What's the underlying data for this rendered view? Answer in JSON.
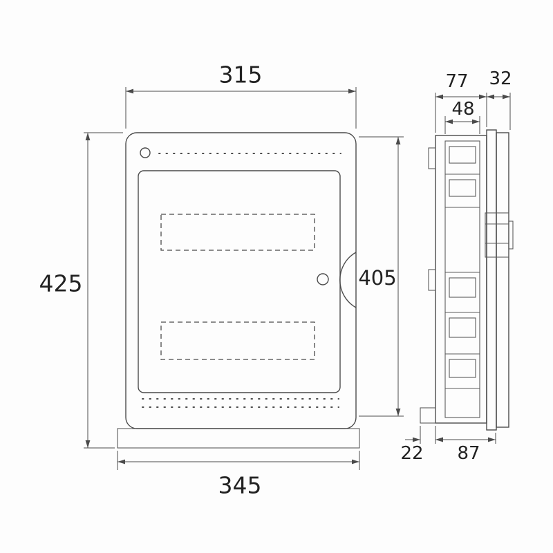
{
  "front_view": {
    "dims": {
      "top_width": "315",
      "overall_height": "425",
      "inner_height": "405",
      "bottom_width": "345"
    }
  },
  "side_view": {
    "dims": {
      "total_depth": "77",
      "door_depth": "32",
      "inner_depth": "48",
      "bottom_offset": "22",
      "body_depth": "87"
    }
  }
}
